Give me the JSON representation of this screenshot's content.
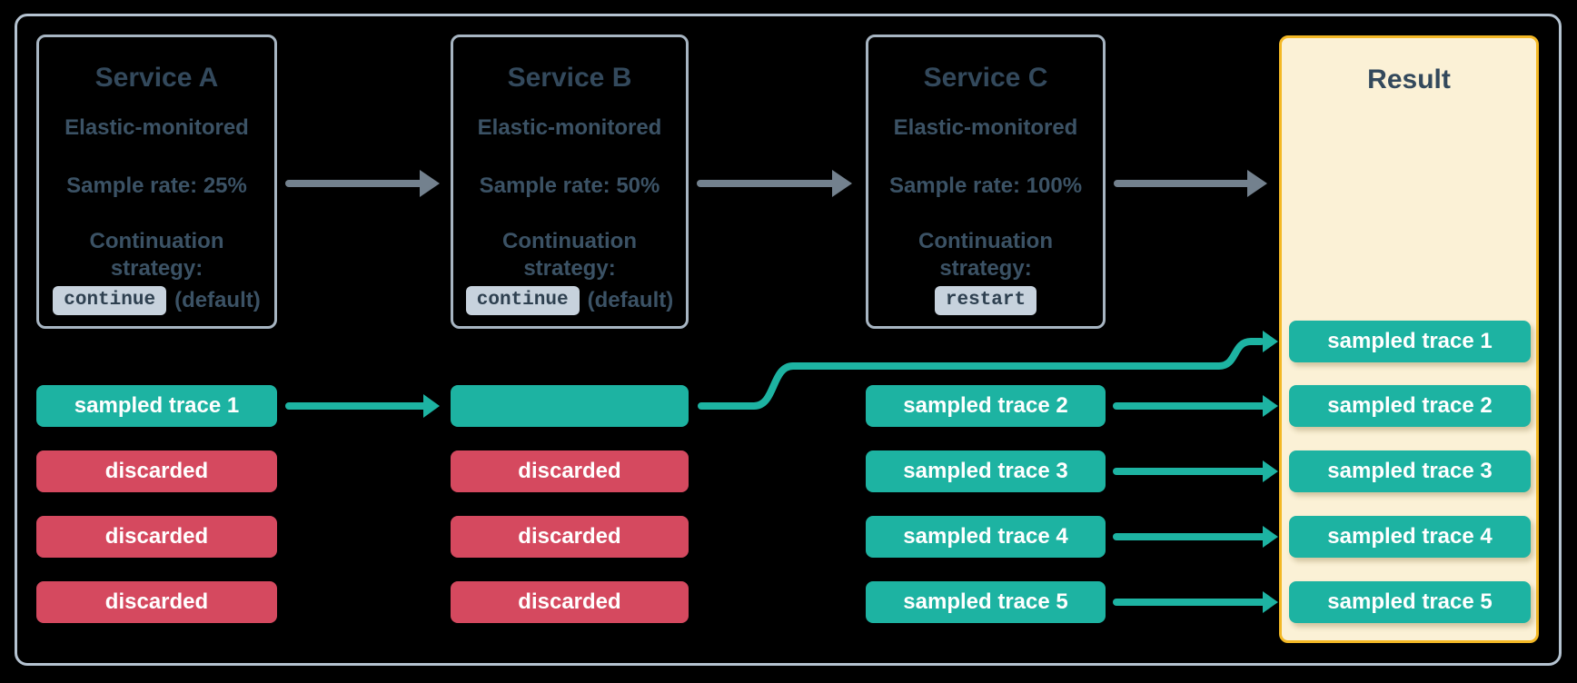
{
  "diagram": {
    "services": [
      {
        "title": "Service A",
        "subtitle": "Elastic-monitored",
        "sample_rate": "Sample rate: 25%",
        "continuation_label": "Continuation strategy:",
        "strategy": "continue",
        "strategy_suffix": "(default)"
      },
      {
        "title": "Service B",
        "subtitle": "Elastic-monitored",
        "sample_rate": "Sample rate: 50%",
        "continuation_label": "Continuation strategy:",
        "strategy": "continue",
        "strategy_suffix": "(default)"
      },
      {
        "title": "Service C",
        "subtitle": "Elastic-monitored",
        "sample_rate": "Sample rate: 100%",
        "continuation_label": "Continuation strategy:",
        "strategy": "restart",
        "strategy_suffix": ""
      }
    ],
    "result": {
      "title": "Result",
      "traces": [
        "sampled trace 1",
        "sampled trace 2",
        "sampled trace 3",
        "sampled trace 4",
        "sampled trace 5"
      ]
    },
    "columns": {
      "a": [
        "sampled trace 1",
        "discarded",
        "discarded",
        "discarded"
      ],
      "b": [
        "",
        "discarded",
        "discarded",
        "discarded"
      ],
      "c": [
        "sampled trace 2",
        "sampled trace 3",
        "sampled trace 4",
        "sampled trace 5"
      ]
    }
  },
  "colors": {
    "teal": "#1db3a2",
    "red": "#d5495f",
    "gold": "#f3b825",
    "cream": "#fbf1d6",
    "ink_title": "#33495c",
    "ink_body": "#3b5265",
    "frame_border": "#b5c3d1",
    "card_border": "#a7b5c2",
    "arrow_gray": "#73818e",
    "badge_bg": "#c7d2dd",
    "badge_ink": "#2e4050"
  }
}
